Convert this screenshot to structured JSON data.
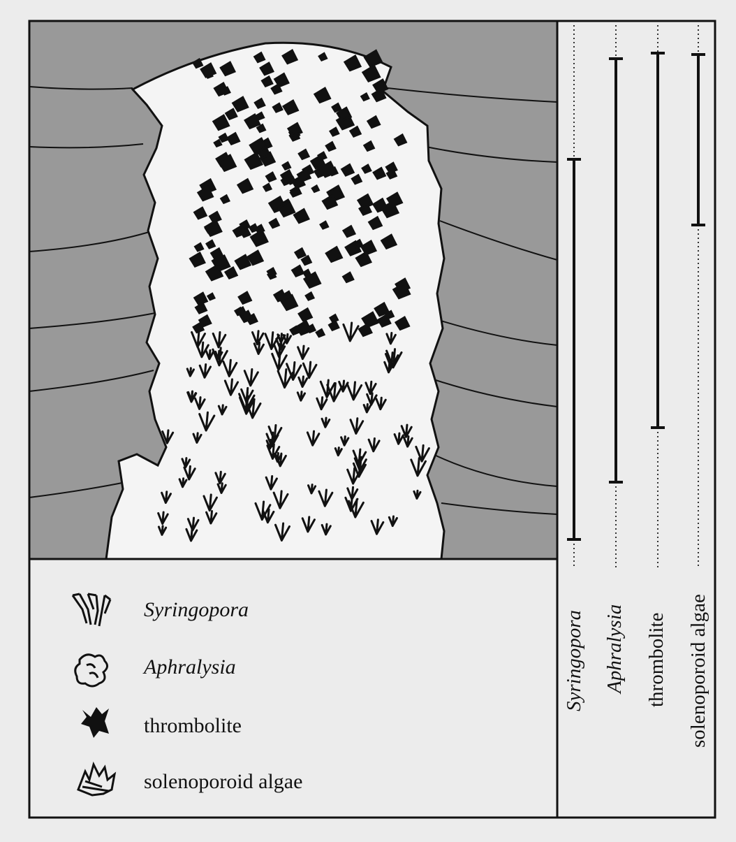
{
  "legend": {
    "items": [
      {
        "key": "syringopora",
        "label": "Syringopora",
        "italic": true,
        "icon": "branching-tubes-icon"
      },
      {
        "key": "aphralysia",
        "label": "Aphralysia",
        "italic": true,
        "icon": "clustered-cells-icon"
      },
      {
        "key": "thrombolite",
        "label": "thrombolite",
        "italic": false,
        "icon": "dark-clot-icon"
      },
      {
        "key": "solenoporoid",
        "label": "solenoporoid algae",
        "italic": false,
        "icon": "knobbly-algae-icon"
      }
    ]
  },
  "ranges": {
    "labels": [
      {
        "key": "syringopora",
        "label": "Syringopora",
        "italic": true
      },
      {
        "key": "aphralysia",
        "label": "Aphralysia",
        "italic": true
      },
      {
        "key": "thrombolite",
        "label": "thrombolite",
        "italic": false
      },
      {
        "key": "solenoporoid",
        "label": "solenoporoid algae",
        "italic": false
      }
    ]
  },
  "colors": {
    "background": "#ececec",
    "surrounding_sediment": "#999999",
    "reef_body": "#f4f4f4",
    "ink": "#111111"
  }
}
